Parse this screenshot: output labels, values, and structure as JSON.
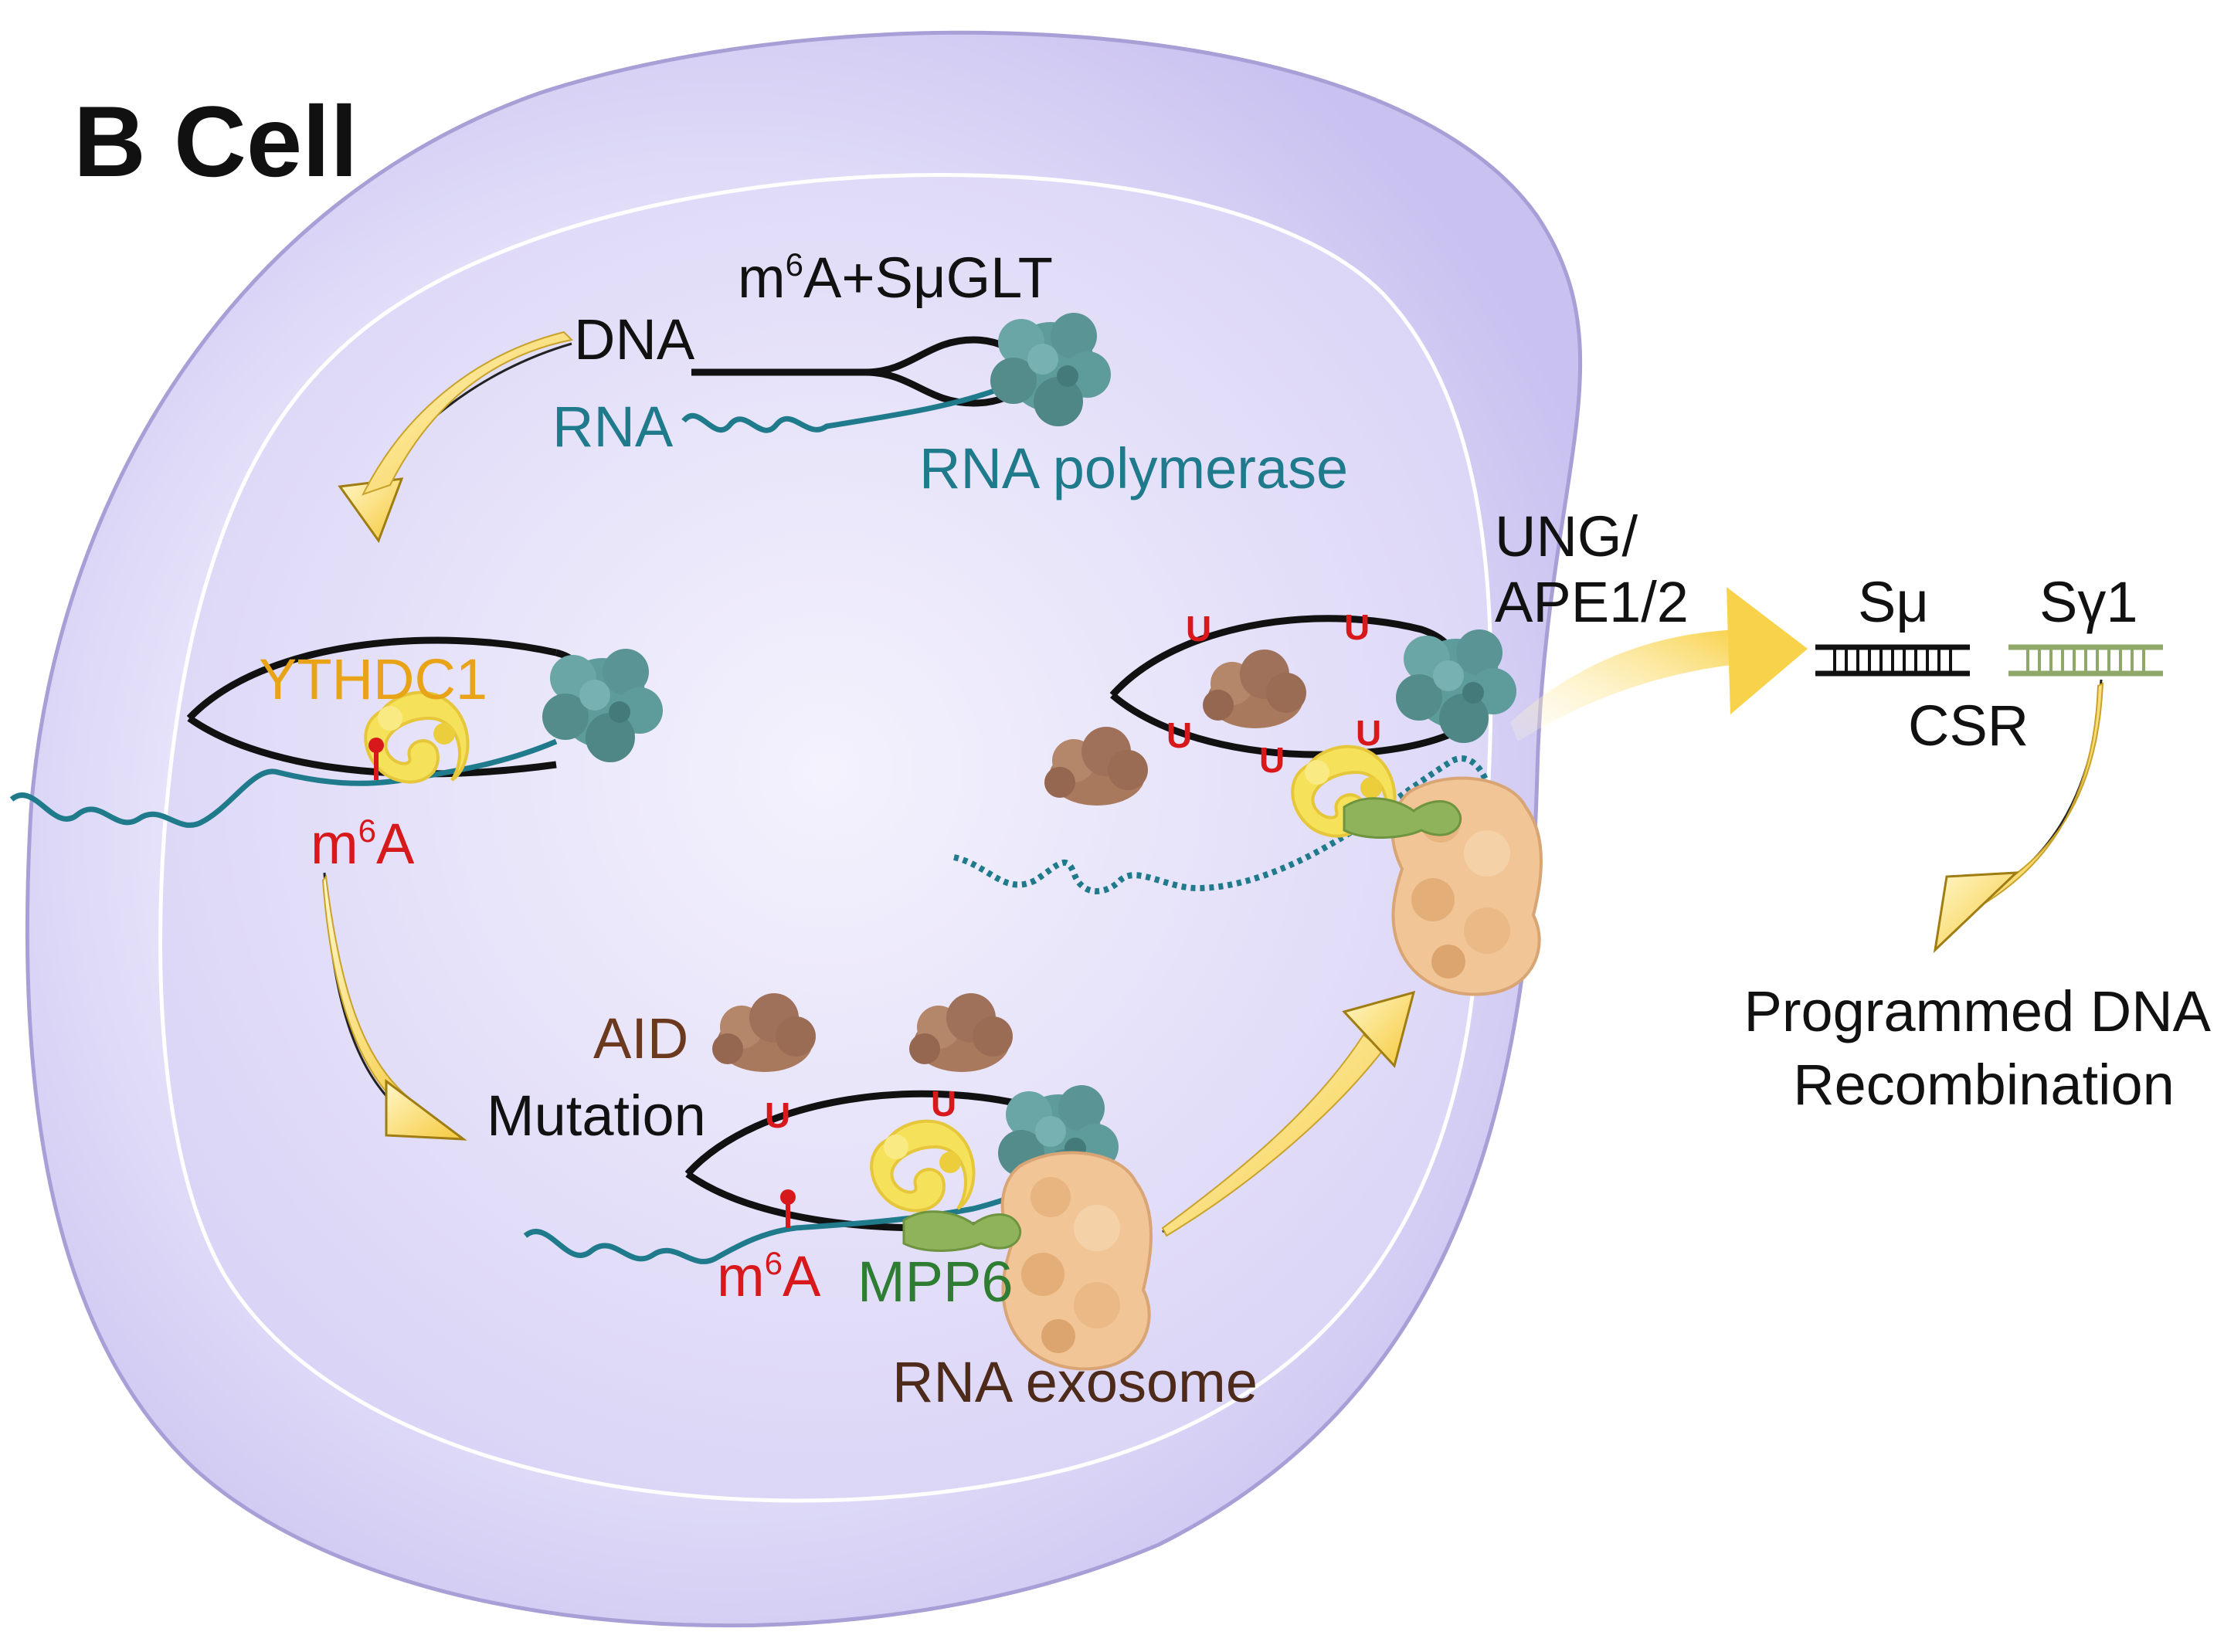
{
  "title": "B Cell",
  "labels": {
    "m6a_sugl_base": "m",
    "m6a_sugl_sup": "6",
    "m6a_sugl_rest": "A+SμGLT",
    "dna": "DNA",
    "rna": "RNA",
    "rna_polymerase": "RNA polymerase",
    "ythdc1": "YTHDC1",
    "m6a_1_base": "m",
    "m6a_1_sup": "6",
    "m6a_1_rest": "A",
    "aid": "AID",
    "mutation": "Mutation",
    "m6a_2_base": "m",
    "m6a_2_sup": "6",
    "m6a_2_rest": "A",
    "mpp6": "MPP6",
    "rna_exosome": "RNA exosome",
    "ung_line1": "UNG/",
    "ung_line2": "APE1/2",
    "s_mu": "Sμ",
    "s_gamma": "Sγ1",
    "csr": "CSR",
    "programmed_line1": "Programmed DNA",
    "programmed_line2": "Recombination",
    "u_mark": "U"
  },
  "colors": {
    "cell_fill": "#d6d0f4",
    "cell_stroke": "#a79fd6",
    "dna": "#111111",
    "rna": "#1f7a8c",
    "polymerase": "#5e9b9b",
    "ythdc1_label": "#e8a317",
    "ythdc1_protein": "#f5e15a",
    "m6a": "#d7191c",
    "aid_label": "#6b3a1e",
    "aid_protein": "#a9795e",
    "mpp6_label": "#2e7d32",
    "mpp6_protein": "#8fb35a",
    "exosome_label": "#4e2a1a",
    "exosome_protein": "#f1c595",
    "arrow": "#f8d24a",
    "s_gamma": "#8fa86a"
  }
}
